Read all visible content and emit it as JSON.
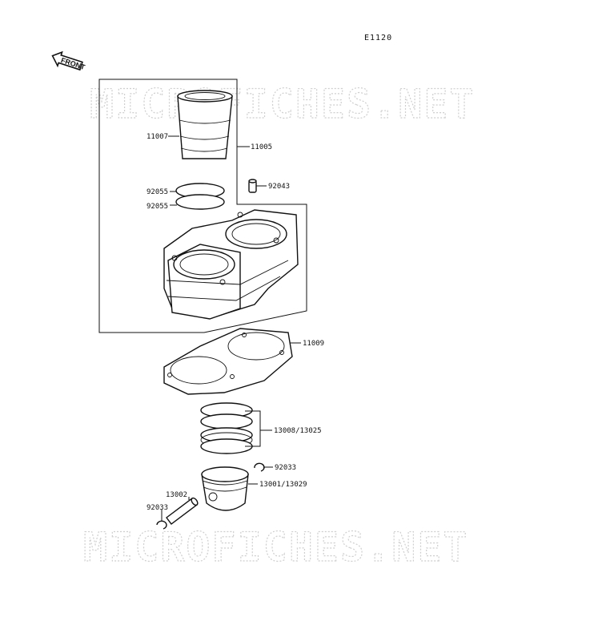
{
  "diagram_code": "E1120",
  "front_label": "FRONT",
  "watermark": "MICROFICHES.NET",
  "parts": {
    "liner": "11007",
    "cylinder": "11005",
    "o_ring_1": "92055",
    "o_ring_2": "92055",
    "dowel_pin": "92043",
    "gasket": "11009",
    "ring_set": "13008/13025",
    "circlip_right": "92033",
    "piston": "13001/13029",
    "piston_pin": "13002",
    "circlip_left": "92033"
  },
  "icons": {
    "front_arrow": "front-arrow-icon"
  }
}
